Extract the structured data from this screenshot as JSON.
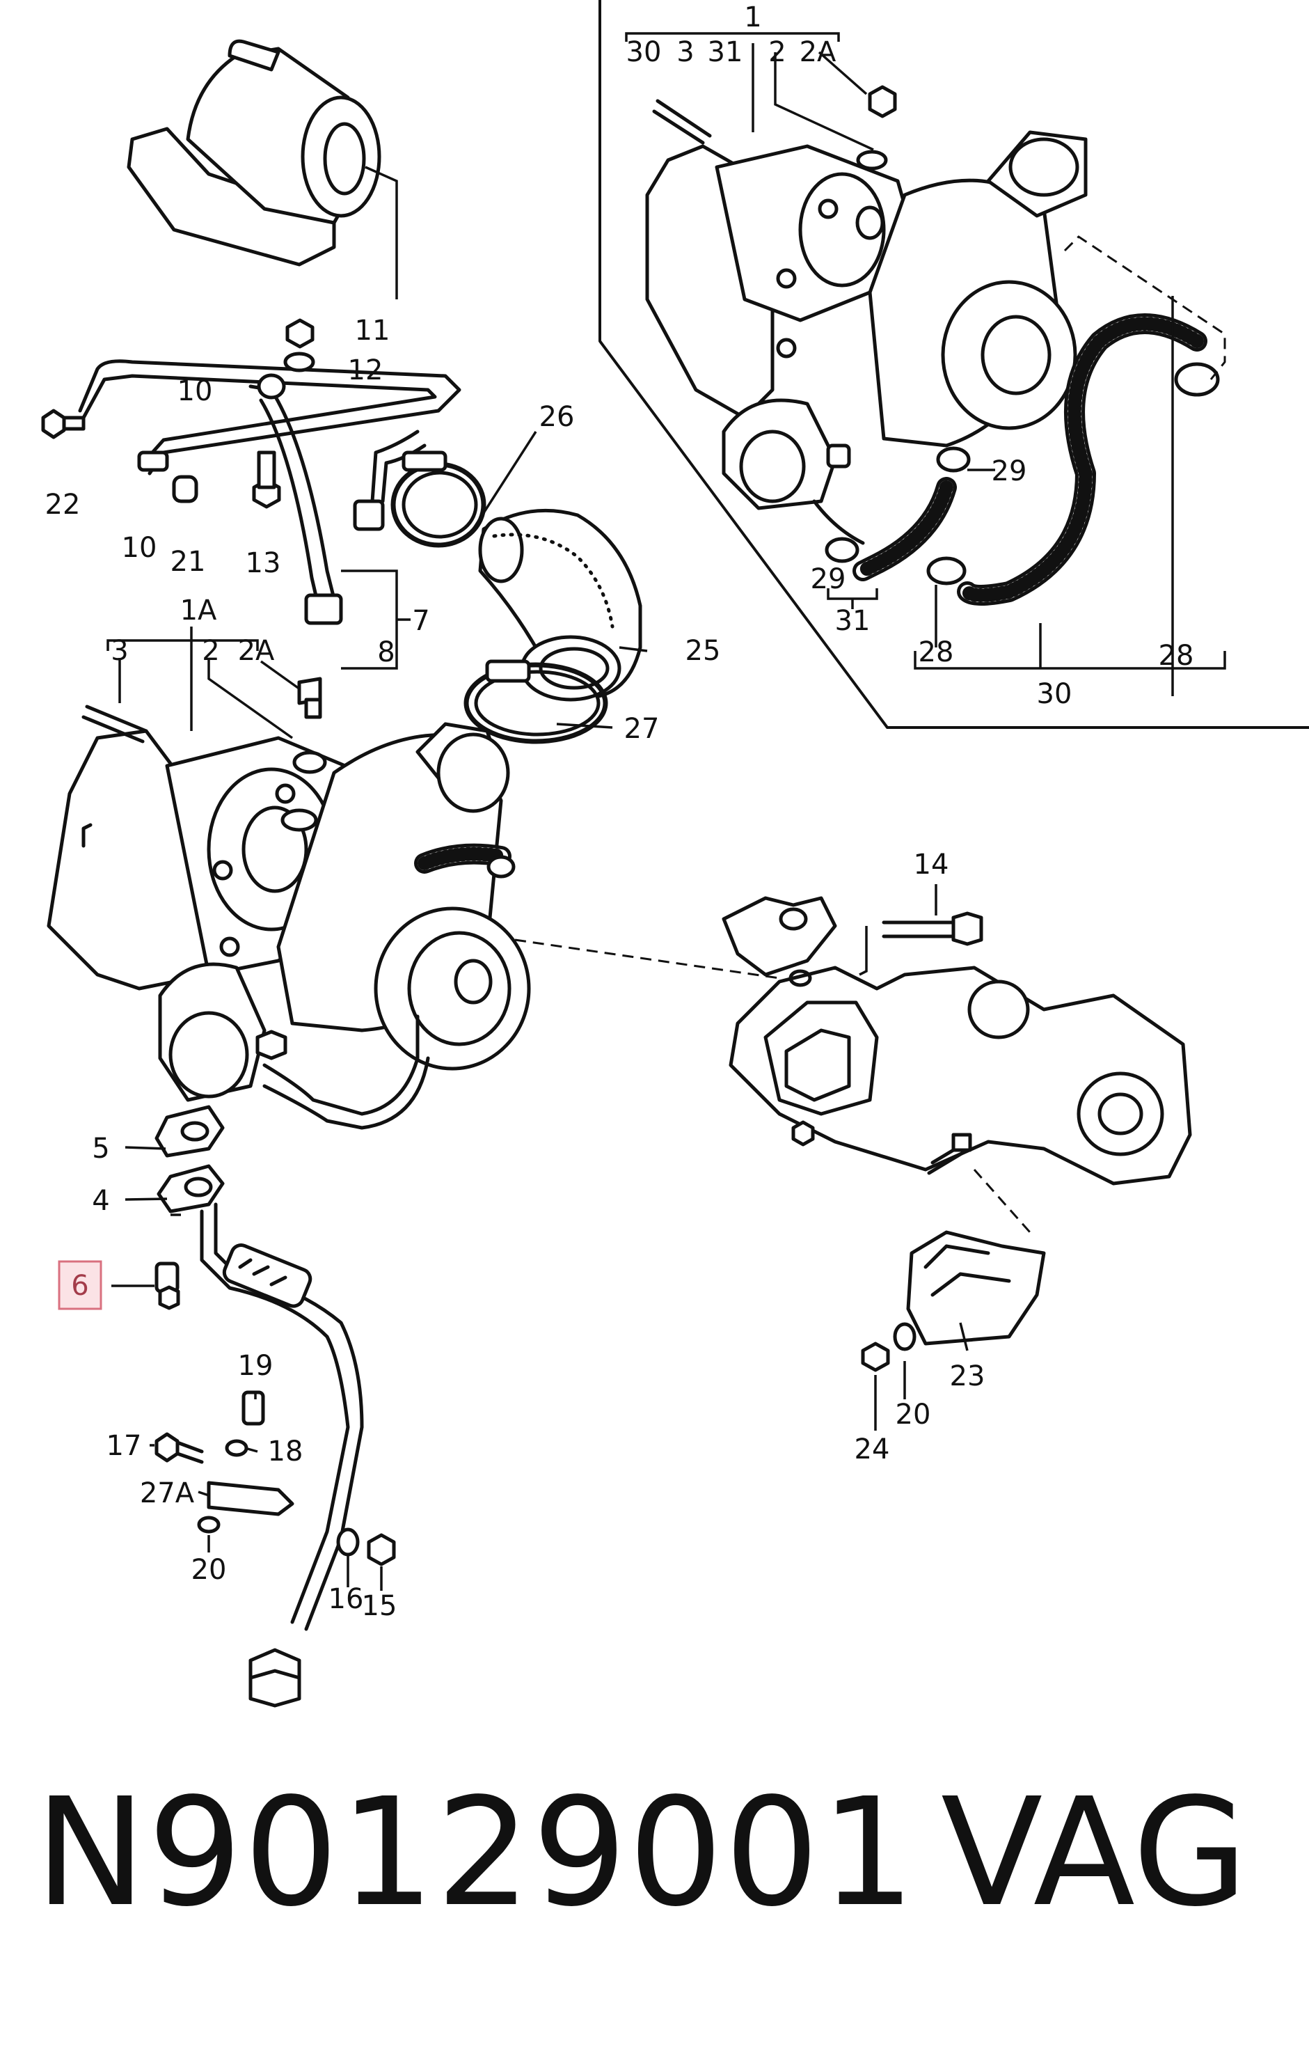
{
  "diagram": {
    "highlighted_callout": "6",
    "callouts": {
      "c1": "1",
      "c30_top": "30",
      "c3_top": "3",
      "c31_top": "31",
      "c2_top": "2",
      "c2a_top": "2A",
      "c11": "11",
      "c12": "12",
      "c10_upper": "10",
      "c26": "26",
      "c22": "22",
      "c10_lower": "10",
      "c21": "21",
      "c13": "13",
      "c29_right": "29",
      "c29_left": "29",
      "c31_bottom": "31",
      "c28_left": "28",
      "c28_right": "28",
      "c30_bottom": "30",
      "c7": "7",
      "c8": "8",
      "c1a": "1A",
      "c3_mid": "3",
      "c2_mid": "2",
      "c2a_mid": "2A",
      "c25": "25",
      "c27": "27",
      "c14": "14",
      "c5": "5",
      "c4": "4",
      "c19": "19",
      "c17": "17",
      "c18": "18",
      "c27a": "27A",
      "c20_left": "20",
      "c16": "16",
      "c15": "15",
      "c24": "24",
      "c20_right": "20",
      "c23": "23"
    }
  },
  "footer": {
    "part_number": "N90129001",
    "brand": "VAG"
  }
}
